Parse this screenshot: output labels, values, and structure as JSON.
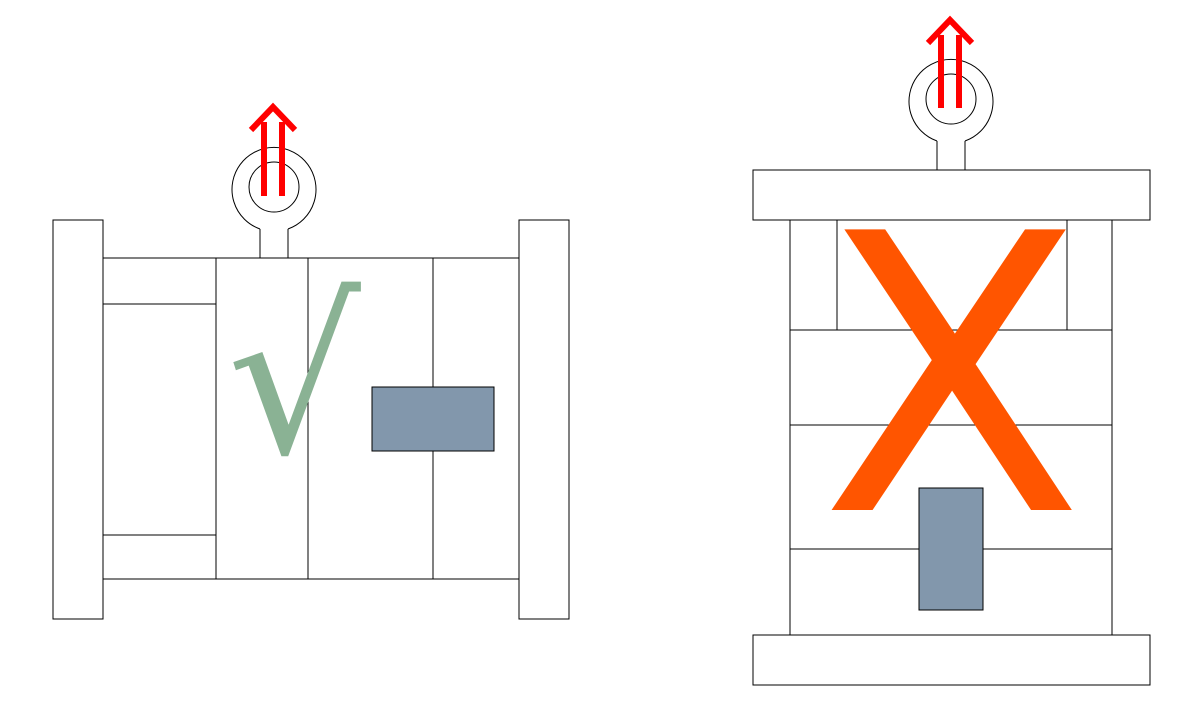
{
  "diagrams": [
    {
      "id": "horizontal-mold",
      "mark_symbol": "√",
      "mark_meaning": "correct",
      "mark_color": "#8AB294",
      "arrow_color": "#FF0000",
      "component_color": "#8297AC"
    },
    {
      "id": "vertical-mold",
      "mark_symbol": "X",
      "mark_meaning": "incorrect",
      "mark_color": "#FF5500",
      "arrow_color": "#FF0000",
      "component_color": "#8297AC"
    }
  ]
}
